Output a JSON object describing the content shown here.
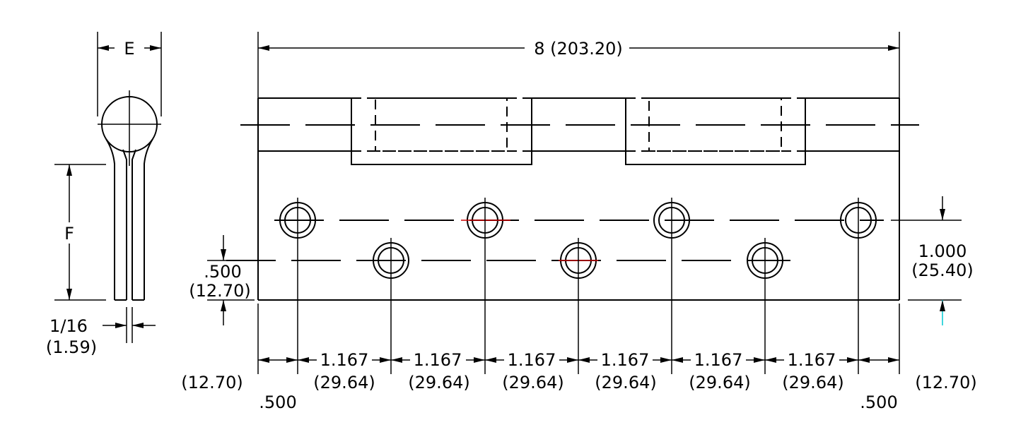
{
  "labels": {
    "overall_length": "8 (203.20)",
    "e": "E",
    "f": "F",
    "thickness_in": "1/16",
    "thickness_mm": "(1.59)",
    "left_edge_in": ".500",
    "left_edge_mm": "(12.70)",
    "right_edge_in": ".500",
    "right_edge_mm": "(12.70)",
    "row_offset_in": ".500",
    "row_offset_mm": "(12.70)",
    "row_height_in": "1.000",
    "row_height_mm": "(25.40)",
    "pitch_in": "1.167",
    "pitch_mm": "(29.64)"
  },
  "colors": {
    "line": "#000000",
    "accent_red": "#cc0000",
    "accent_cyan": "#00c8d0"
  }
}
